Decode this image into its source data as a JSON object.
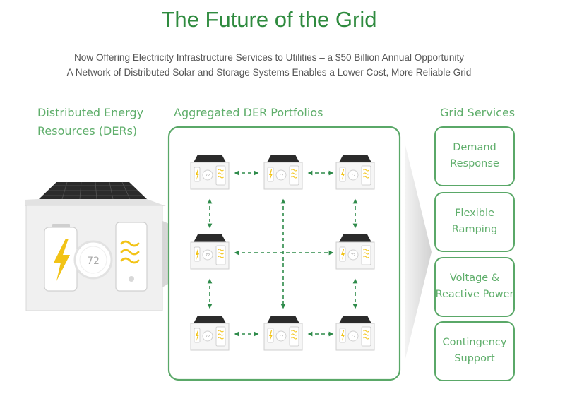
{
  "title": "The Future of the Grid",
  "subtitles": [
    "Now Offering Electricity Infrastructure Services to Utilities – a $50 Billion Annual Opportunity",
    "A Network of Distributed Solar and Storage Systems Enables a Lower Cost, More Reliable Grid"
  ],
  "sections": {
    "der": [
      "Distributed Energy",
      "Resources (DERs)"
    ],
    "aggregated": "Aggregated DER Portfolios",
    "grid": "Grid Services"
  },
  "thermostat_reading": "72",
  "grid_services": [
    [
      "Demand",
      "Response"
    ],
    [
      "Flexible",
      "Ramping"
    ],
    [
      "Voltage &",
      "Reactive Power"
    ],
    [
      "Contingency",
      "Support"
    ]
  ],
  "colors": {
    "brand_green": "#2f8b3f",
    "accent_green": "#5fae6b",
    "box_border": "#5aa868",
    "arrow_green": "#2e8b4a",
    "bolt_yellow": "#f2c316",
    "roof": "#2b2b2b",
    "house_wall": "#f0f0f0"
  },
  "icons": [
    "house-icon",
    "solar-roof-icon",
    "battery-icon",
    "lightning-bolt-icon",
    "thermostat-icon",
    "heat-wave-icon",
    "bidirectional-arrow-icon",
    "big-arrow-icon"
  ]
}
